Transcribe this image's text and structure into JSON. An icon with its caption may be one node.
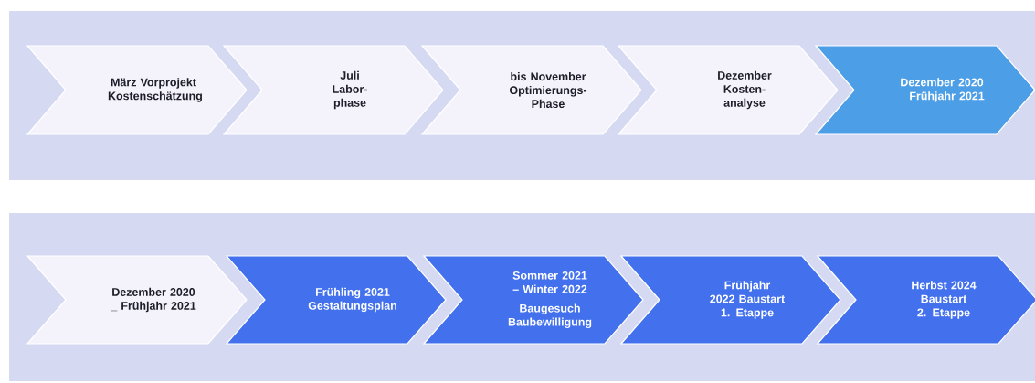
{
  "diagram": {
    "nodes": [
      {
        "text": [
          "März Vorprojekt Kostenschätzung"
        ]
      },
      {
        "text": [
          "Juli Labor- phase"
        ]
      },
      {
        "text": [
          "bis November Optimierungs- Phase"
        ]
      },
      {
        "text": [
          "Dezember Kosten- analyse"
        ]
      },
      {
        "text": [
          "Dezember 2020 _ Frühjahr 2021"
        ]
      },
      {
        "text": [
          "Dezember 2020 _ Frühjahr 2021"
        ]
      },
      {
        "text": [
          "Frühling 2021 Gestaltungsplan"
        ]
      },
      {
        "text": [
          "Sommer 2021 – Winter 2022",
          "Baugesuch Baubewilligung"
        ]
      },
      {
        "text": [
          "Frühjahr 2022 Baustart 1. Etappe"
        ]
      },
      {
        "text": [
          "Herbst 2024 Baustart 2. Etappe"
        ]
      }
    ]
  }
}
